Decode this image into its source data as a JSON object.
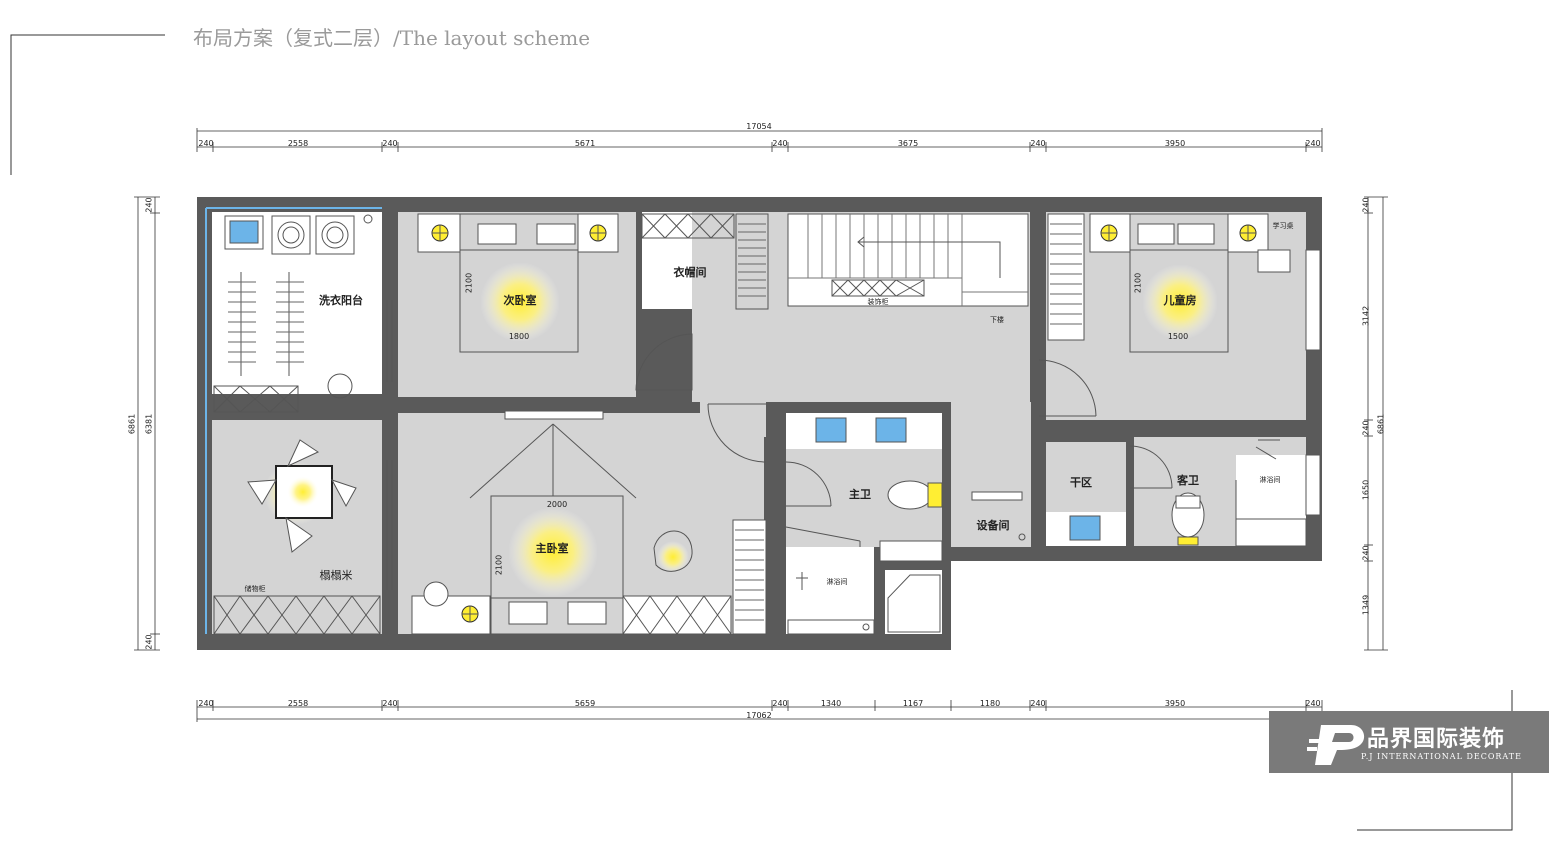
{
  "title": "布局方案（复式二层）/The layout scheme",
  "rooms": {
    "laundry_balcony": "洗衣阳台",
    "second_bedroom": "次卧室",
    "cloakroom": "衣帽间",
    "decor_cabinet": "装饰柜",
    "downstairs": "下楼",
    "kids_room": "儿童房",
    "study_desk": "学习桌",
    "tatami": "榻榻米",
    "storage_cabinet": "储物柜",
    "master_bedroom": "主卧室",
    "master_bath": "主卫",
    "shower_master": "淋浴间",
    "equipment_room": "设备间",
    "dry_zone": "干区",
    "guest_bath": "客卫",
    "shower_guest": "淋浴间"
  },
  "bed_dims": {
    "second_width": "1800",
    "second_length": "2100",
    "master_width": "2000",
    "master_length": "2100",
    "kids_width": "1500",
    "kids_length": "2100"
  },
  "dims_top": {
    "total": "17054",
    "segments": [
      "240",
      "2558",
      "240",
      "5671",
      "240",
      "3675",
      "240",
      "3950",
      "240"
    ]
  },
  "dims_bottom": {
    "total": "17062",
    "segments": [
      "240",
      "2558",
      "240",
      "5659",
      "240",
      "1340",
      "1167",
      "1180",
      "240",
      "3950",
      "240"
    ]
  },
  "dims_left": {
    "total": "6861",
    "inner": "6381",
    "segments": [
      "240",
      "240"
    ]
  },
  "dims_right": {
    "total": "6861",
    "segments": [
      "240",
      "3142",
      "240",
      "1650",
      "240",
      "1349"
    ]
  },
  "logo": {
    "name": "品界国际装饰",
    "sub": "P.J INTERNATIONAL DECORATE"
  },
  "colors": {
    "wall": "#5a5a5a",
    "floor": "#d4d4d4",
    "light": "#ffee33",
    "sink": "#6cb4e8",
    "logo_bg": "#7a7a7a"
  }
}
